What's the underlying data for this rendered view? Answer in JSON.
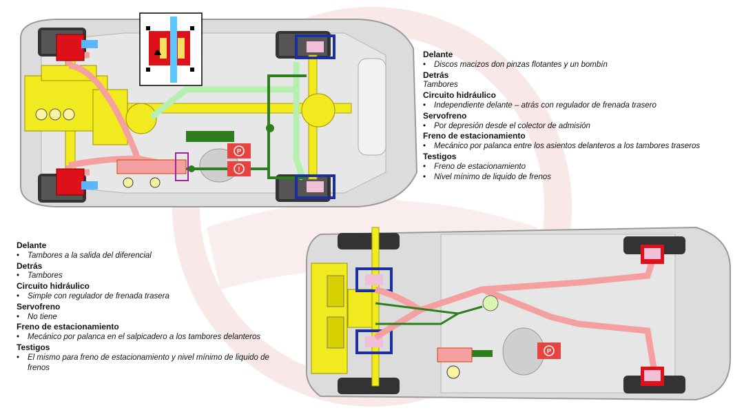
{
  "top_spec": {
    "delante_h": "Delante",
    "delante_1": "Discos macizos don pinzas flotantes y un bombín",
    "detras_h": "Detrás",
    "detras_1": "Tambores",
    "circuito_h": "Circuito hidráulico",
    "circuito_1": "Independiente delante – atrás con regulador de frenada trasero",
    "servo_h": "Servofreno",
    "servo_1": "Por depresión desde el colector de admisión",
    "freno_h": "Freno de estacionamiento",
    "freno_1": "Mecánico por palanca entre los asientos delanteros a los tambores traseros",
    "testigos_h": "Testigos",
    "testigos_1": "Freno de estacionamiento",
    "testigos_2": "Nivel mínimo de liquido de frenos"
  },
  "bottom_spec": {
    "delante_h": "Delante",
    "delante_1": "Tambores a la salida del diferencial",
    "detras_h": "Detrás",
    "detras_1": "Tambores",
    "circuito_h": "Circuito hidráulico",
    "circuito_1": "Simple con regulador de frenada trasera",
    "servo_h": "Servofreno",
    "servo_1": "No tiene",
    "freno_h": "Freno de estacionamiento",
    "freno_1": "Mecánico por palanca en el salpicadero a los tambores delanteros",
    "testigos_h": "Testigos",
    "testigos_1": "El mismo para freno de estacionamiento y nivel mínimo de liquido de frenos"
  },
  "colors": {
    "chassis": "#d9d9d9",
    "engine": "#f0ea1e",
    "hydraulic": "#f4a0a0",
    "vacuum": "#b6f0b0",
    "handbrake": "#2e7d1e",
    "caliper": "#e0101a",
    "drum": "#1d2f9c",
    "watermark": "#f2d3d3"
  },
  "icons": {
    "parking_warning": "parking-brake-icon",
    "fluid_warning": "brake-fluid-icon"
  }
}
